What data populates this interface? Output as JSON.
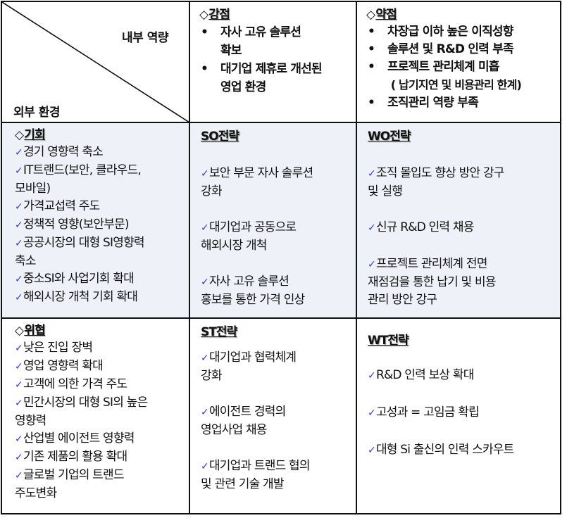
{
  "corner": {
    "internal_label": "내부 역량",
    "external_label": "외부 환경"
  },
  "strengths": {
    "marker": "◇",
    "title": "강점",
    "items": [
      {
        "bullet": "•",
        "line1": "자사 고유 솔루션",
        "line2": "확보"
      },
      {
        "bullet": "•",
        "line1": "대기업 제휴로 개선된",
        "line2": "영업 환경"
      }
    ]
  },
  "weaknesses": {
    "marker": "◇",
    "title": "약점",
    "items": [
      {
        "bullet": "•",
        "line1": "차장급 이하 높은 이직성향"
      },
      {
        "bullet": "•",
        "line1": "솔루션 및 R&D 인력 부족"
      },
      {
        "bullet": "•",
        "line1": "프로젝트 관리체계 미흡",
        "line2": " ( 납기지연 및 비용관리 한계)"
      },
      {
        "bullet": "•",
        "line1": "조직관리 역량 부족"
      }
    ]
  },
  "opportunities": {
    "marker": "◇",
    "title": "기회",
    "check_icon": "✓",
    "items": [
      {
        "line1": "경기 영향력 축소"
      },
      {
        "line1": "IT트랜드(보안, 클라우드,",
        "line2": "모바일)"
      },
      {
        "line1": "가격교섭력 주도"
      },
      {
        "line1": "정책적 영향(보안부문)"
      },
      {
        "line1": "공공시장의 대형 SI영향력",
        "line2": "축소"
      },
      {
        "line1": "중소SI와 사업기회 확대"
      },
      {
        "line1": "해외시장 개척 기회 확대"
      }
    ]
  },
  "threats": {
    "marker": "◇",
    "title": "위협",
    "check_icon": "✓",
    "items": [
      {
        "line1": "낮은 진입 장벽"
      },
      {
        "line1": "영업 영향력 확대"
      },
      {
        "line1": "고객에 의한 가격 주도"
      },
      {
        "line1": "민간시장의 대형 SI의 높은",
        "line2": "영향력"
      },
      {
        "line1": "산업별 에이전트 영향력"
      },
      {
        "line1": "기존 제품의 활용 확대"
      },
      {
        "line1": "글로벌 기업의 트랜드",
        "line2": "주도변화"
      }
    ]
  },
  "so": {
    "title": "SO전략",
    "check_icon": "✓",
    "items": [
      {
        "line1": "보안 부문 자사 솔루션",
        "line2": "강화"
      },
      {
        "line1": "대기업과 공동으로",
        "line2": "해외시장 개척"
      },
      {
        "line1": "자사 고유 솔루션",
        "line2": "홍보를 통한 가격 인상"
      }
    ]
  },
  "wo": {
    "title": "WO전략",
    "check_icon": "✓",
    "items": [
      {
        "line1": "조직 몰입도 향상 방안 강구",
        "line2": "및 실행"
      },
      {
        "line1": "신규 R&D 인력 채용"
      },
      {
        "line1": "프로젝트 관리체계 전면",
        "line2": "재점검을 통한 납기 및 비용",
        "line3": "관리 방안 강구"
      }
    ]
  },
  "st": {
    "title": "ST전략",
    "check_icon": "✓",
    "items": [
      {
        "line1": "대기업과 협력체계",
        "line2": "강화"
      },
      {
        "line1": "에이전트 경력의",
        "line2": "영업사업 채용"
      },
      {
        "line1": "대기업과 트랜드 협의",
        "line2": "및 관련 기술 개발"
      }
    ]
  },
  "wt": {
    "title": "WT전략",
    "check_icon": "✓",
    "items": [
      {
        "line1": "R&D 인력 보상 확대"
      },
      {
        "line1": "고성과 = 고임금 확립"
      },
      {
        "line1": "대형 Si 출신의 인력 스카우트"
      }
    ]
  },
  "colors": {
    "border": "#111111",
    "middle_row_bg": "#eef2f8",
    "check": "#3b3bd0"
  }
}
